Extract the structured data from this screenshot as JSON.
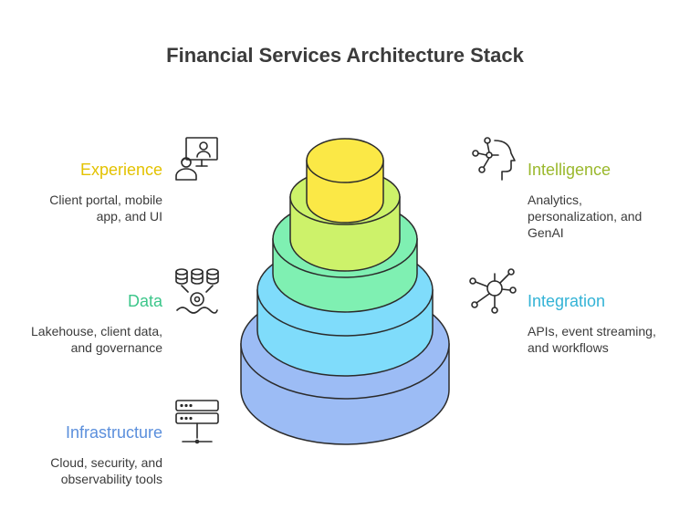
{
  "title": "Financial Services Architecture Stack",
  "layers": [
    {
      "id": "experience",
      "label": "Experience",
      "description": "Client portal, mobile app, and UI",
      "color": "#e3c200",
      "fill": "#fbe846",
      "icon": "user-monitor-icon"
    },
    {
      "id": "intelligence",
      "label": "Intelligence",
      "description": "Analytics, personalization, and GenAI",
      "color": "#9ab82c",
      "fill": "#cdf26a",
      "icon": "head-network-icon"
    },
    {
      "id": "data",
      "label": "Data",
      "description": "Lakehouse, client data, and governance",
      "color": "#3cc68a",
      "fill": "#7ff0b2",
      "icon": "database-gear-icon"
    },
    {
      "id": "integration",
      "label": "Integration",
      "description": "APIs, event streaming, and workflows",
      "color": "#33b3d6",
      "fill": "#7fdcfb",
      "icon": "network-hub-icon"
    },
    {
      "id": "infrastructure",
      "label": "Infrastructure",
      "description": "Cloud, security, and observability tools",
      "color": "#5b8fdc",
      "fill": "#9cbcf5",
      "icon": "server-rack-icon"
    }
  ]
}
